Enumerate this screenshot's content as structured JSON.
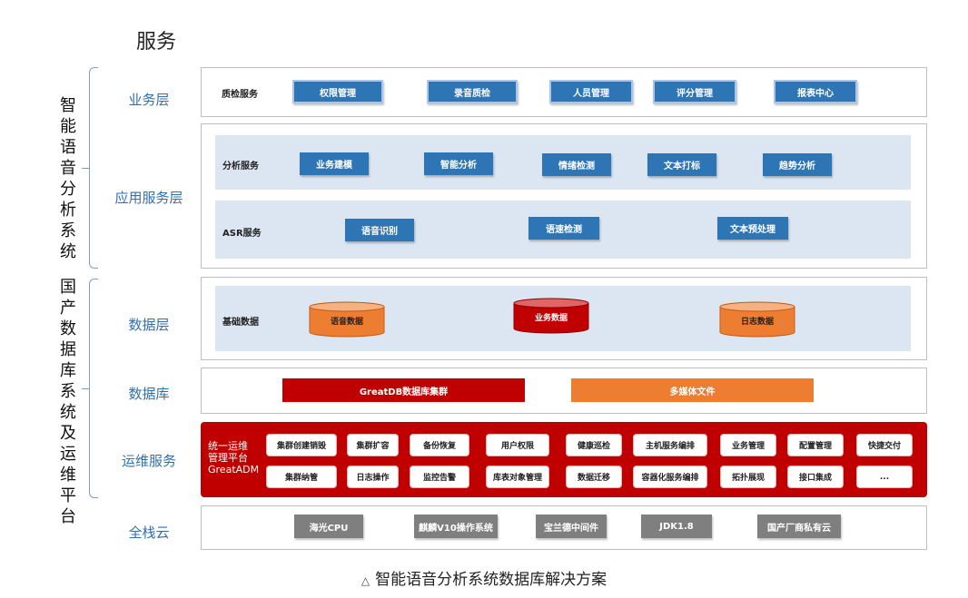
{
  "title": "服务",
  "left_groups": {
    "top": "智能语音分析系统",
    "bottom": "国产数据库系统及运维平台"
  },
  "layers": {
    "business": {
      "label": "业务层",
      "service_label": "质检服务",
      "items": [
        "权限管理",
        "录音质检",
        "人员管理",
        "评分管理",
        "报表中心"
      ]
    },
    "app": {
      "label": "应用服务层",
      "analysis": {
        "label": "分析服务",
        "items": [
          "业务建模",
          "智能分析",
          "情绪检测",
          "文本打标",
          "趋势分析"
        ]
      },
      "asr": {
        "label": "ASR服务",
        "items": [
          "语音识别",
          "语速检测",
          "文本预处理"
        ]
      }
    },
    "data": {
      "label": "数据层",
      "base_label": "基础数据",
      "items": [
        "语音数据",
        "业务数据",
        "日志数据"
      ],
      "colors": [
        "#ed7d31",
        "#c00000",
        "#ed7d31"
      ]
    },
    "database": {
      "label": "数据库",
      "items": [
        "GreatDB数据库集群",
        "多媒体文件"
      ]
    },
    "ops": {
      "label": "运维服务",
      "platform": [
        "统一运维",
        "管理平台",
        "GreatADM"
      ],
      "row1": [
        "集群创建销毁",
        "集群扩容",
        "备份恢复",
        "用户权限",
        "健康巡检",
        "主机服务编排",
        "业务管理",
        "配置管理",
        "快捷交付"
      ],
      "row2": [
        "集群纳管",
        "日志操作",
        "监控告警",
        "库表对象管理",
        "数据迁移",
        "容器化服务编排",
        "拓扑展现",
        "接口集成",
        "..."
      ]
    },
    "cloud": {
      "label": "全栈云",
      "items": [
        "海光CPU",
        "麒麟V10操作系统",
        "宝兰德中间件",
        "JDK1.8",
        "国产厂商私有云"
      ]
    }
  },
  "caption": "智能语音分析系统数据库解决方案",
  "caption_icon": "triangle-icon"
}
